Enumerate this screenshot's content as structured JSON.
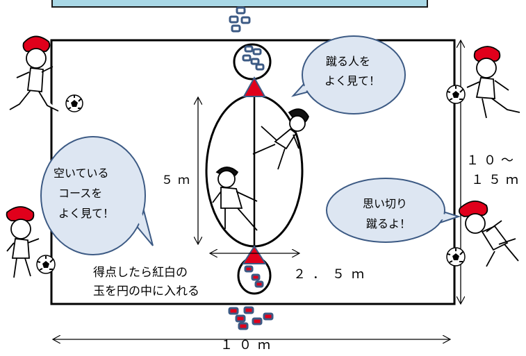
{
  "labels": {
    "length_5m": "５ｍ",
    "width_2_5m": "２．５ｍ",
    "field_width_10m": "１０ｍ",
    "field_length_a": "１０～",
    "field_length_b": "１５ｍ",
    "score_note_1": "得点したら紅白の",
    "score_note_2": "玉を円の中に入れる"
  },
  "bubbles": {
    "watch_kicker_1": "蹴る人を",
    "watch_kicker_2": "よく見て！",
    "open_course_1": "空いている",
    "open_course_2": "コースを",
    "open_course_3": "よく見て！",
    "kick_hard_1": "思い切り",
    "kick_hard_2": "蹴るよ！"
  },
  "colors": {
    "field_line": "#000000",
    "banner_fill": "#a9d8e6",
    "bubble_fill": "#dde6f2",
    "bubble_stroke": "#3c5a84",
    "cone": "#e0001b",
    "cone_edge": "#3c5a84",
    "ball_blue": "#3c5a84",
    "ball_red": "#e0001b",
    "cap": "#e0001b"
  }
}
